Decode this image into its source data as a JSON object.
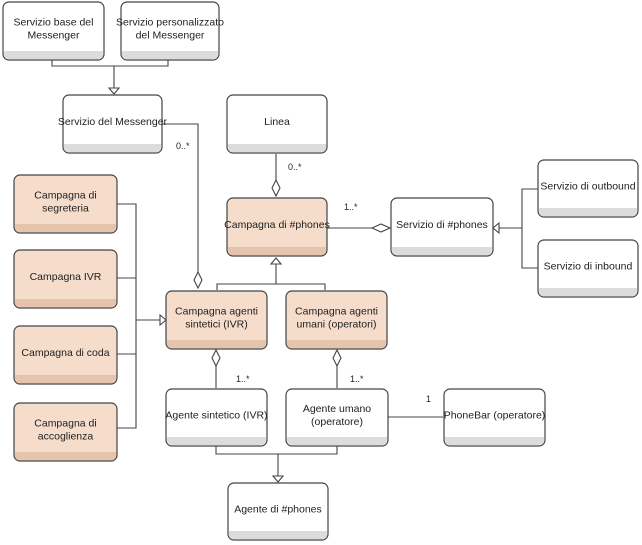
{
  "nodes": {
    "servizio_base": {
      "lines": [
        "Servizio base del",
        "Messenger"
      ]
    },
    "servizio_personalizzato": {
      "lines": [
        "Servizio personalizzato",
        "del Messenger"
      ]
    },
    "servizio_messenger": {
      "lines": [
        "Servizio del Messenger"
      ]
    },
    "linea": {
      "lines": [
        "Linea"
      ]
    },
    "campagna_segreteria": {
      "lines": [
        "Campagna di",
        "segreteria"
      ]
    },
    "campagna_ivr": {
      "lines": [
        "Campagna IVR"
      ]
    },
    "campagna_coda": {
      "lines": [
        "Campagna di coda"
      ]
    },
    "campagna_accoglienza": {
      "lines": [
        "Campagna di",
        "accoglienza"
      ]
    },
    "campagna_phones": {
      "lines": [
        "Campagna di #phones"
      ]
    },
    "servizio_phones": {
      "lines": [
        "Servizio di #phones"
      ]
    },
    "servizio_outbound": {
      "lines": [
        "Servizio di outbound"
      ]
    },
    "servizio_inbound": {
      "lines": [
        "Servizio di inbound"
      ]
    },
    "campagna_sintetici": {
      "lines": [
        "Campagna agenti",
        "sintetici (IVR)"
      ]
    },
    "campagna_umani": {
      "lines": [
        "Campagna agenti",
        "umani (operatori)"
      ]
    },
    "agente_sintetico": {
      "lines": [
        "Agente sintetico (IVR)"
      ]
    },
    "agente_umano": {
      "lines": [
        "Agente umano",
        "(operatore)"
      ]
    },
    "phonebar": {
      "lines": [
        "PhoneBar (operatore)"
      ]
    },
    "agente_phones": {
      "lines": [
        "Agente di #phones"
      ]
    }
  },
  "multiplicities": {
    "messenger_to_sintetici": "0..*",
    "linea_to_campagna": "0..*",
    "campagna_to_servizio": "1..*",
    "sintetici_to_agente": "1..*",
    "umani_to_agente": "1..*",
    "phonebar": "1"
  },
  "colors": {
    "white_fill": "#ffffff",
    "peach_fill": "#f5dccb",
    "stroke": "#444444"
  }
}
